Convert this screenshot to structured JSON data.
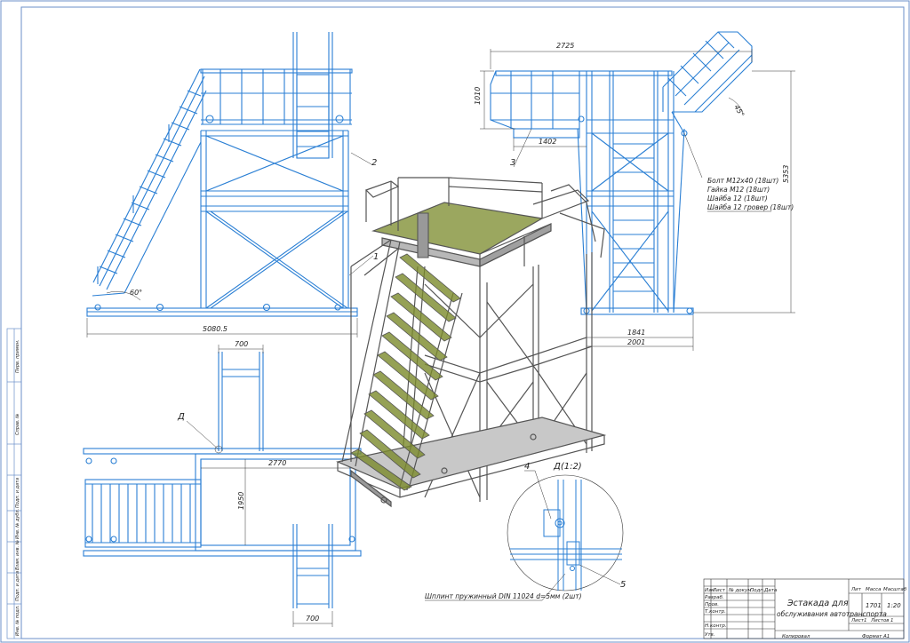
{
  "dimensions": {
    "side_length": "5080.5",
    "top_width": "2725",
    "top_height": "1010",
    "top_offset": "1402",
    "total_height": "5353",
    "base_1": "1841",
    "base_2": "2001",
    "plan_width": "700",
    "plan_length": "2770",
    "plan_depth": "1950",
    "plan_width_bottom": "700",
    "angle_left": "60°",
    "angle_right": "45°"
  },
  "callouts": {
    "c1": "1",
    "c2": "2",
    "c3": "3",
    "c4": "4",
    "c5": "5",
    "detail_mark": "Д",
    "detail_title": "Д(1:2)"
  },
  "notes": {
    "line1": "Болт М12х40 (18шт)",
    "line2": "Гайка М12 (18шт)",
    "line3": "Шайба 12 (18шт)",
    "line4": "Шайба 12 гровер (18шт)",
    "pin": "Шплинт пружинный DIN 11024 d=5мм (2шт)"
  },
  "title_block": {
    "title_line1": "Эстакада для",
    "title_line2": "обслуживания автотранспорта",
    "col_lit": "Лит",
    "col_mass": "Масса",
    "col_scale": "Масштаб",
    "mass": "1701",
    "scale": "1:20",
    "sheet": "Лист",
    "sheets": "Листов",
    "sheet_n": "1",
    "sheets_n": "1",
    "row_izm": "Изм",
    "row_list": "Лист",
    "row_doc": "№ докум.",
    "row_sign": "Подп.",
    "row_date": "Дата",
    "r_razrab": "Разраб.",
    "r_prov": "Пров.",
    "r_tkontr": "Т.контр.",
    "r_nkontr": "Н.контр.",
    "r_utv": "Утв.",
    "copied": "Копировал",
    "format": "Формат",
    "format_val": "А1"
  },
  "side_stamp": {
    "s1": "Перв. примен.",
    "s2": "Справ. №",
    "s3": "Подп. и дата",
    "s4": "Инв. № дубл.",
    "s5": "Взам. инв. №",
    "s6": "Подп. и дата",
    "s7": "Инв. № подл."
  },
  "colors": {
    "blue": "#2a7fd4",
    "gray": "#555555",
    "grate": "#7a8a2a"
  }
}
